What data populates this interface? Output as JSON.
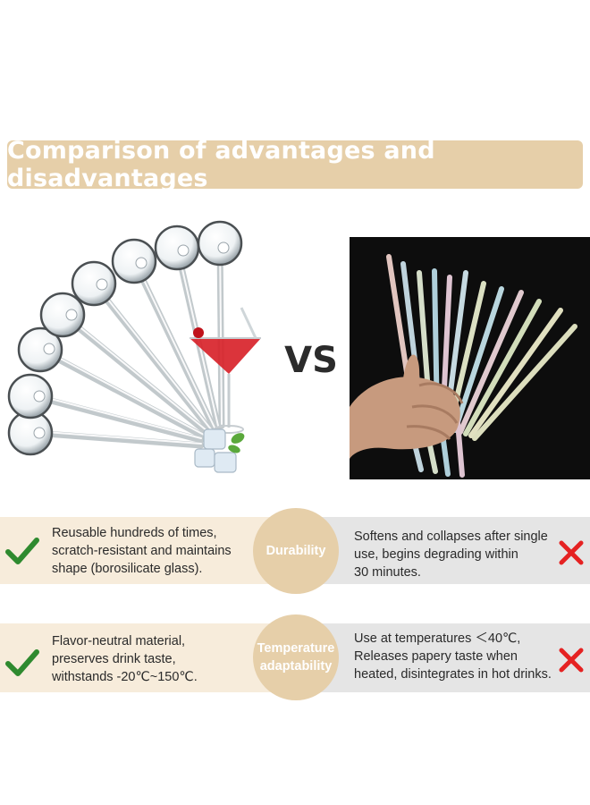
{
  "banner": {
    "title": "Comparison of advantages and disadvantages"
  },
  "vs": "VS",
  "rows": [
    {
      "label": "Durability",
      "label_lines": [
        "Durability"
      ],
      "pros_lines": [
        "Reusable hundreds of times,",
        "scratch-resistant and maintains",
        "shape (borosilicate glass)."
      ],
      "cons_lines": [
        "Softens and collapses after single",
        "use, begins degrading within",
        "30 minutes."
      ]
    },
    {
      "label": "Temperature adaptability",
      "label_lines": [
        "Temperature",
        "adaptability"
      ],
      "pros_lines": [
        "Flavor-neutral material,",
        "preserves drink taste,",
        "withstands -20℃~150℃."
      ],
      "cons_lines": [
        "Use at temperatures ＜40℃,",
        "Releases papery taste when",
        "heated, disintegrates in hot drinks."
      ]
    }
  ],
  "colors": {
    "accent": "#e6cfa9",
    "pros_bg": "#f7ecdb",
    "cons_bg": "#e5e5e5",
    "check": "#2f8a2f",
    "cross": "#e52222"
  }
}
